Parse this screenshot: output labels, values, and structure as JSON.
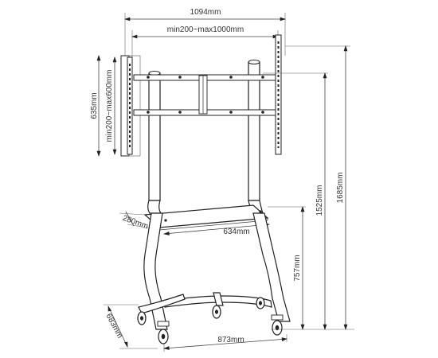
{
  "dimensions": {
    "overall_width": "1094mm",
    "vesa_horizontal": "min200~max1000mm",
    "bracket_height": "635mm",
    "vesa_vertical": "min200~max600mm",
    "shelf_depth": "280mm",
    "shelf_width": "634mm",
    "max_mount_height": "1525mm",
    "overall_height": "1685mm",
    "shelf_height": "757mm",
    "base_depth": "683mm",
    "base_width": "873mm"
  }
}
